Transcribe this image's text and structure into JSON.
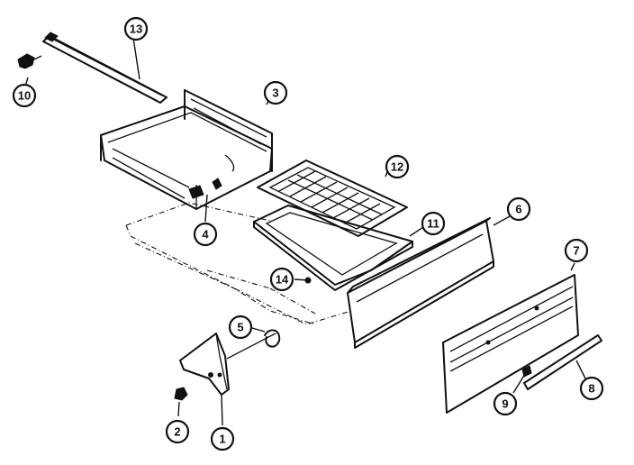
{
  "callouts": [
    {
      "id": "c13",
      "label": "13"
    },
    {
      "id": "c10",
      "label": "10"
    },
    {
      "id": "c3",
      "label": "3"
    },
    {
      "id": "c4",
      "label": "4"
    },
    {
      "id": "c12",
      "label": "12"
    },
    {
      "id": "c11",
      "label": "11"
    },
    {
      "id": "c6",
      "label": "6"
    },
    {
      "id": "c7",
      "label": "7"
    },
    {
      "id": "c14",
      "label": "14"
    },
    {
      "id": "c5",
      "label": "5"
    },
    {
      "id": "c9",
      "label": "9"
    },
    {
      "id": "c8",
      "label": "8"
    },
    {
      "id": "c2",
      "label": "2"
    },
    {
      "id": "c1",
      "label": "1"
    }
  ]
}
